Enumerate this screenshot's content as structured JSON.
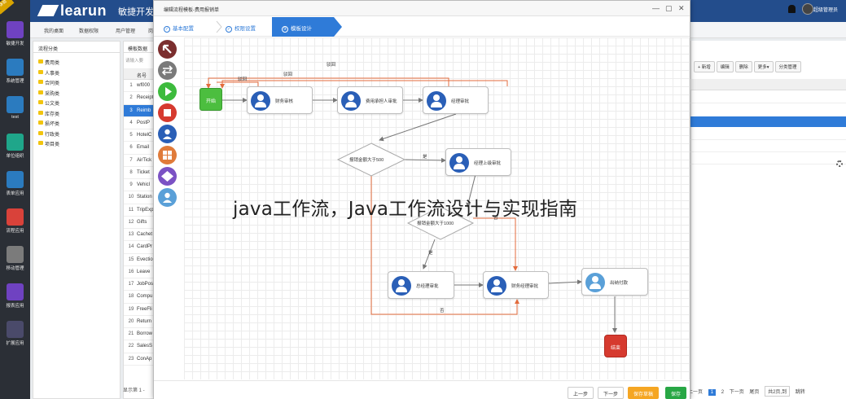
{
  "header": {
    "corner_tag": "体验",
    "logo": "learun",
    "logo_sub": "敏捷开发",
    "user": "超级管理员"
  },
  "sidebar": {
    "items": [
      {
        "label": "敏捷开发",
        "color": "#6f42c1",
        "icon": "rocket-icon"
      },
      {
        "label": "系统管理",
        "color": "#2b7bbf",
        "icon": "monitor-icon"
      },
      {
        "label": "test",
        "color": "#2b7bbf",
        "icon": "square-icon"
      },
      {
        "label": "单位组织",
        "color": "#1fa68a",
        "icon": "org-icon"
      },
      {
        "label": "表单应用",
        "color": "#2b7bbf",
        "icon": "table-icon"
      },
      {
        "label": "流程应用",
        "color": "#d9423a",
        "icon": "share-icon"
      },
      {
        "label": "移动管理",
        "color": "#7b7b7b",
        "icon": "android-icon"
      },
      {
        "label": "报表应用",
        "color": "#6f42c1",
        "icon": "chart-icon"
      },
      {
        "label": "扩展应用",
        "color": "#4a4a6a",
        "icon": "globe-icon"
      }
    ]
  },
  "topnav": {
    "items": [
      "我的桌面",
      "数据权限",
      "用户管理",
      "岗"
    ]
  },
  "tree": {
    "title": "流程分类",
    "items": [
      "费用类",
      "人事类",
      "合同类",
      "采购类",
      "公文类",
      "库存类",
      "损坏类",
      "行政类",
      "项目类"
    ]
  },
  "bg_table": {
    "title": "模板数据",
    "search_placeholder": "请输入要",
    "header": "名号",
    "rows": [
      {
        "num": "1",
        "name": "wf000"
      },
      {
        "num": "2",
        "name": "Receipt"
      },
      {
        "num": "3",
        "name": "Reimb"
      },
      {
        "num": "4",
        "name": "PostP"
      },
      {
        "num": "5",
        "name": "HotelC"
      },
      {
        "num": "6",
        "name": "Email"
      },
      {
        "num": "7",
        "name": "AirTick"
      },
      {
        "num": "8",
        "name": "Ticket"
      },
      {
        "num": "9",
        "name": "Vehicl"
      },
      {
        "num": "10",
        "name": "Station"
      },
      {
        "num": "11",
        "name": "TripExp"
      },
      {
        "num": "12",
        "name": "Gifts"
      },
      {
        "num": "13",
        "name": "Cachet"
      },
      {
        "num": "14",
        "name": "CardPr"
      },
      {
        "num": "15",
        "name": "Evectio"
      },
      {
        "num": "16",
        "name": "Leave"
      },
      {
        "num": "17",
        "name": "JobPos"
      },
      {
        "num": "18",
        "name": "Compu"
      },
      {
        "num": "19",
        "name": "FreeFli"
      },
      {
        "num": "20",
        "name": "Return"
      },
      {
        "num": "21",
        "name": "Borrow"
      },
      {
        "num": "22",
        "name": "SalesS"
      },
      {
        "num": "23",
        "name": "ConAp"
      }
    ],
    "selected_index": 2,
    "footer": "显示第 1 -"
  },
  "right_toolbar": {
    "buttons": [
      "+ 新增",
      "编辑",
      "删除",
      "更多▾",
      "分类管理"
    ]
  },
  "pager": {
    "items": [
      "上一页",
      "1",
      "2",
      "下一页",
      "尾页",
      "共2页,到",
      "跳转"
    ]
  },
  "modal": {
    "title": "编辑流程模板-费用报销单",
    "steps": [
      {
        "label": "基本配置",
        "mark": "✓"
      },
      {
        "label": "权限设置",
        "mark": "✓"
      },
      {
        "label": "模板设计",
        "mark": "③"
      }
    ],
    "palette": [
      {
        "name": "pointer-tool-icon",
        "color": "#7b2e2e"
      },
      {
        "name": "connector-tool-icon",
        "color": "#7a7a7a"
      },
      {
        "name": "start-tool-icon",
        "color": "#3dbb3d"
      },
      {
        "name": "end-tool-icon",
        "color": "#d63a2f"
      },
      {
        "name": "user-node-tool-icon",
        "color": "#2a5fb7"
      },
      {
        "name": "parallel-tool-icon",
        "color": "#e07b3a"
      },
      {
        "name": "condition-tool-icon",
        "color": "#7b52c4"
      },
      {
        "name": "subflow-tool-icon",
        "color": "#5aa0d8"
      }
    ],
    "nodes": {
      "start": "开始",
      "finance_review": "财务审核",
      "expense_dept_review": "费用承担人审批",
      "manager_review": "经理审批",
      "upper_manager_review": "经理上级审批",
      "general_manager_review": "总经理审批",
      "finance_manager_review": "财务经理审批",
      "cashier_payment": "出纳付款",
      "end": "结束"
    },
    "conditions": {
      "amount_gt_500": "报销金额大于500",
      "amount_gt_1000": "报销金额大于1000"
    },
    "edge_labels": {
      "reject1": "驳回",
      "reject2": "驳回",
      "reject3": "驳回",
      "yes1": "是",
      "yes2": "是",
      "no1": "否",
      "no2": "否"
    },
    "footer_buttons": {
      "prev": "上一步",
      "next": "下一步",
      "save_template": "保存草稿",
      "save": "保存"
    }
  },
  "overlay_title": "java工作流，Java工作流设计与实现指南",
  "colors": {
    "header_bg": "#234d8c",
    "accent": "#2f7bd8",
    "reject_line": "#e36b3c"
  }
}
